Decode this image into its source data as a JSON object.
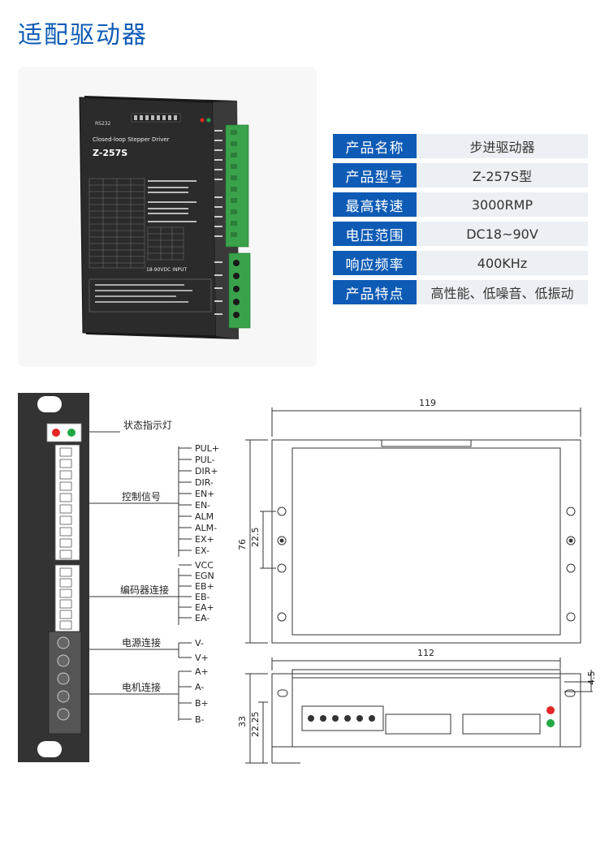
{
  "page_title": "适配驱动器",
  "device": {
    "model_label": "Z-257S",
    "subtitle": "Closed-loop Stepper Driver",
    "port": "RS232",
    "input": "18-90VDC INPUT"
  },
  "specs": [
    {
      "key": "产品名称",
      "value": "步进驱动器"
    },
    {
      "key": "产品型号",
      "value": "Z-257S型"
    },
    {
      "key": "最高转速",
      "value": "3000RMP"
    },
    {
      "key": "电压范围",
      "value": "DC18~90V"
    },
    {
      "key": "响应频率",
      "value": "400KHz"
    },
    {
      "key": "产品特点",
      "value": "高性能、低噪音、低振动"
    }
  ],
  "wiring": {
    "groups": {
      "status": "状态指示灯",
      "control": "控制信号",
      "encoder": "编码器连接",
      "power": "电源连接",
      "motor": "电机连接"
    },
    "control_pins": [
      "PUL+",
      "PUL-",
      "DIR+",
      "DIR-",
      "EN+",
      "EN-",
      "ALM",
      "ALM-",
      "EX+",
      "EX-"
    ],
    "encoder_pins": [
      "VCC",
      "EGN",
      "EB+",
      "EB-",
      "EA+",
      "EA-"
    ],
    "power_pins": [
      "V-",
      "V+"
    ],
    "motor_pins": [
      "A+",
      "A-",
      "B+",
      "B-"
    ]
  },
  "dimensions": {
    "top_width": "119",
    "top_height": "76",
    "hole_spacing": "22.5",
    "front_width": "112",
    "front_height": "33",
    "front_inner": "22.25",
    "flange": "4.5"
  },
  "colors": {
    "accent": "#0e5bb5",
    "led_red": "#e32626",
    "led_green": "#22a845",
    "terminal_green": "#3aa24a"
  }
}
